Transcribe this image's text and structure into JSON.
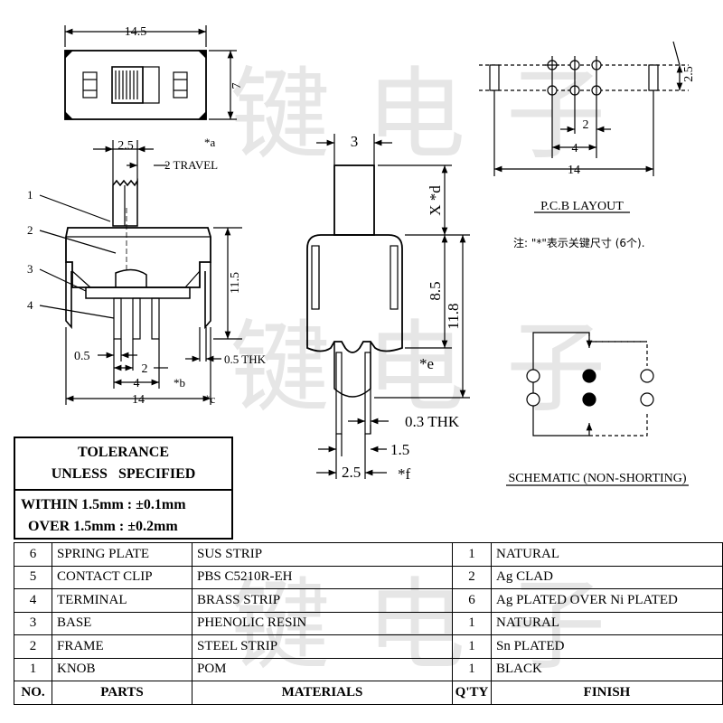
{
  "watermark": [
    "键",
    "电",
    "子",
    "键",
    "电",
    "子",
    "键",
    "电",
    "子"
  ],
  "top_view": {
    "width_dim": "14.5",
    "height_dim": "7"
  },
  "side_view": {
    "dim_knob": "2.5",
    "travel": "2 TRAVEL",
    "note_a": "*a",
    "labels": [
      "1",
      "2",
      "3",
      "4"
    ],
    "height_dim": "11.5",
    "dim_pin": "0.5",
    "dim_pitch": "2",
    "dim_thk": "0.5 THK",
    "dim_4": "4",
    "note_b": "*b",
    "dim_14": "14",
    "note_c": "*c"
  },
  "front_view": {
    "dim_3": "3",
    "dim_x": "X *d",
    "dim_85": "8.5",
    "dim_118": "11.8",
    "note_e": "*e",
    "dim_03": "0.3 THK",
    "dim_15": "1.5",
    "dim_25": "2.5",
    "note_f": "*f"
  },
  "pcb": {
    "dim_25": "2.5",
    "dim_2": "2",
    "dim_4": "4",
    "dim_14": "14",
    "title": "P.C.B LAYOUT",
    "note": "注: \"*\"表示关键尺寸 (6个)."
  },
  "schematic": {
    "title": "SCHEMATIC (NON-SHORTING)"
  },
  "tolerance": {
    "title_line1": "TOLERANCE",
    "title_line2": "UNLESS   SPECIFIED",
    "line1": "WITHIN 1.5mm : ±0.1mm",
    "line2": "OVER 1.5mm : ±0.2mm"
  },
  "parts_table": {
    "headers": [
      "NO.",
      "PARTS",
      "MATERIALS",
      "Q'TY",
      "FINISH"
    ],
    "rows": [
      [
        "6",
        "SPRING PLATE",
        "SUS STRIP",
        "1",
        "NATURAL"
      ],
      [
        "5",
        "CONTACT CLIP",
        "PBS C5210R-EH",
        "2",
        "Ag CLAD"
      ],
      [
        "4",
        "TERMINAL",
        "BRASS STRIP",
        "6",
        "Ag PLATED OVER Ni PLATED"
      ],
      [
        "3",
        "BASE",
        "PHENOLIC RESIN",
        "1",
        "NATURAL"
      ],
      [
        "2",
        "FRAME",
        "STEEL STRIP",
        "1",
        "Sn PLATED"
      ],
      [
        "1",
        "KNOB",
        "POM",
        "1",
        "BLACK"
      ]
    ]
  }
}
